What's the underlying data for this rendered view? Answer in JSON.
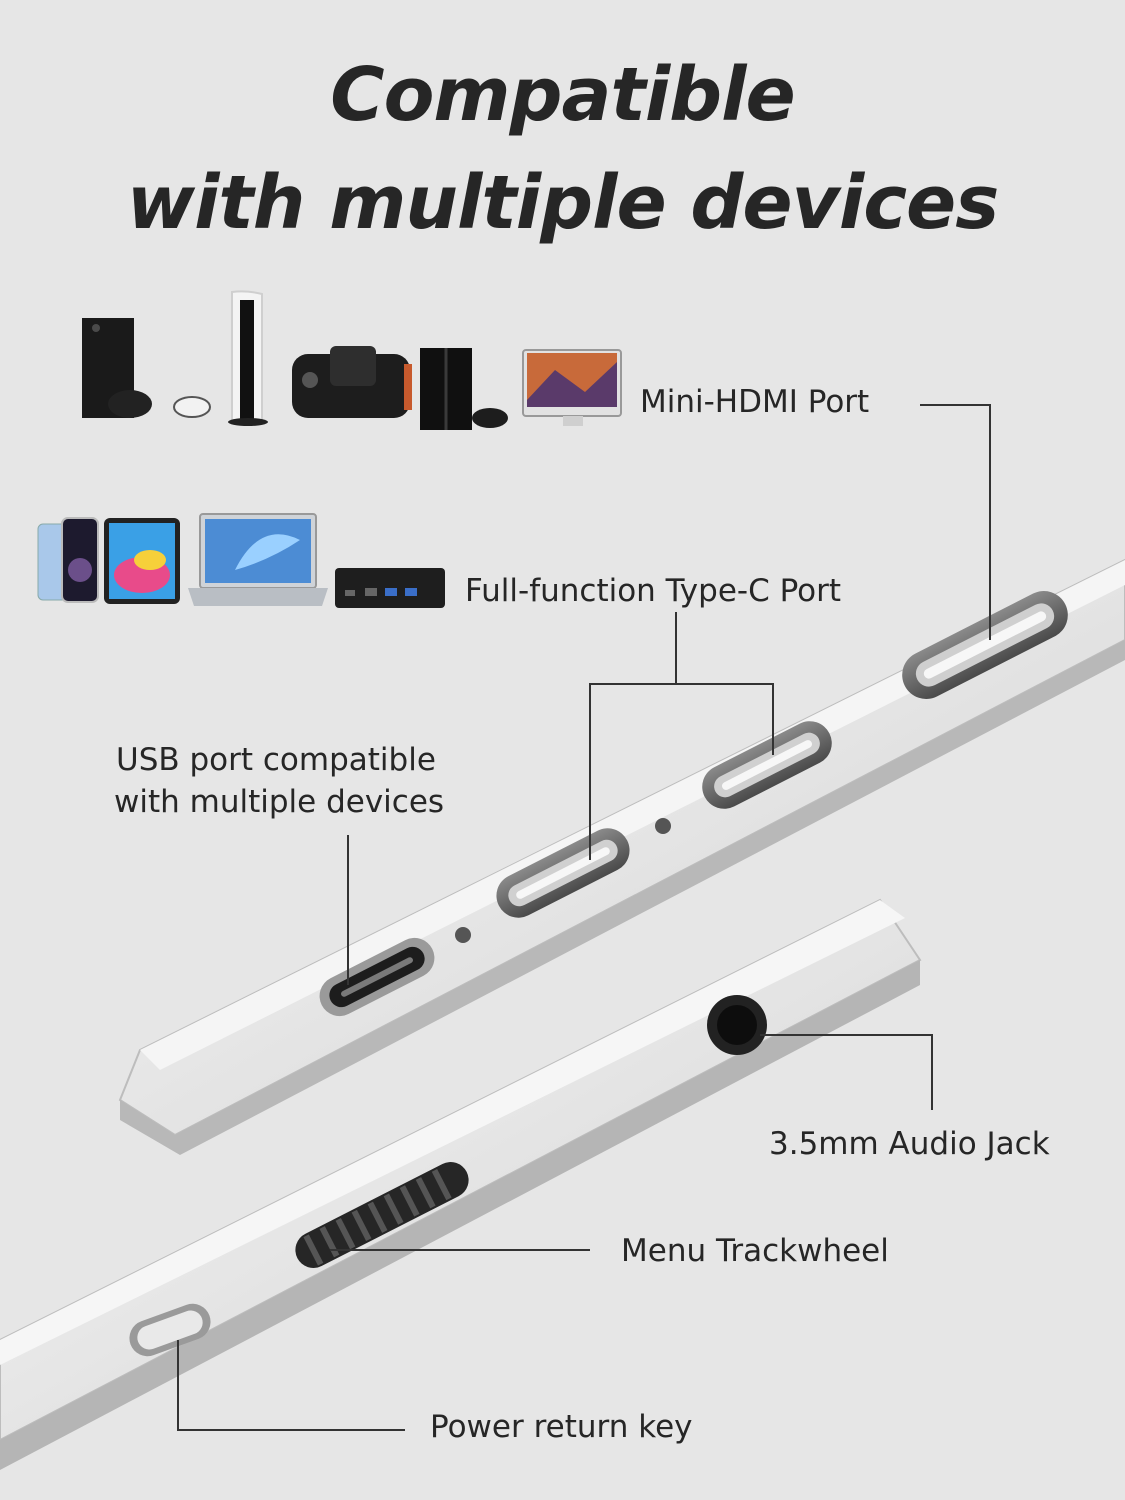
{
  "title": {
    "line1": "Compatible",
    "line2": "with multiple devices"
  },
  "labels": {
    "mini_hdmi": "Mini-HDMI Port",
    "type_c": "Full-function Type-C Port",
    "usb_line1": "USB port compatible",
    "usb_line2": "with multiple devices",
    "audio": "3.5mm Audio Jack",
    "trackwheel": "Menu Trackwheel",
    "power": "Power return key"
  },
  "colors": {
    "background": "#e6e6e6",
    "text": "#262626",
    "metal": "#dcdcdc",
    "line": "#333333"
  },
  "devices_row1": [
    "xbox-console-icon",
    "ps5-console-icon",
    "handheld-console-icon",
    "ps4-console-icon",
    "imac-icon"
  ],
  "devices_row2": [
    "smartphone-icon",
    "tablet-icon",
    "laptop-icon",
    "mini-pc-icon"
  ]
}
